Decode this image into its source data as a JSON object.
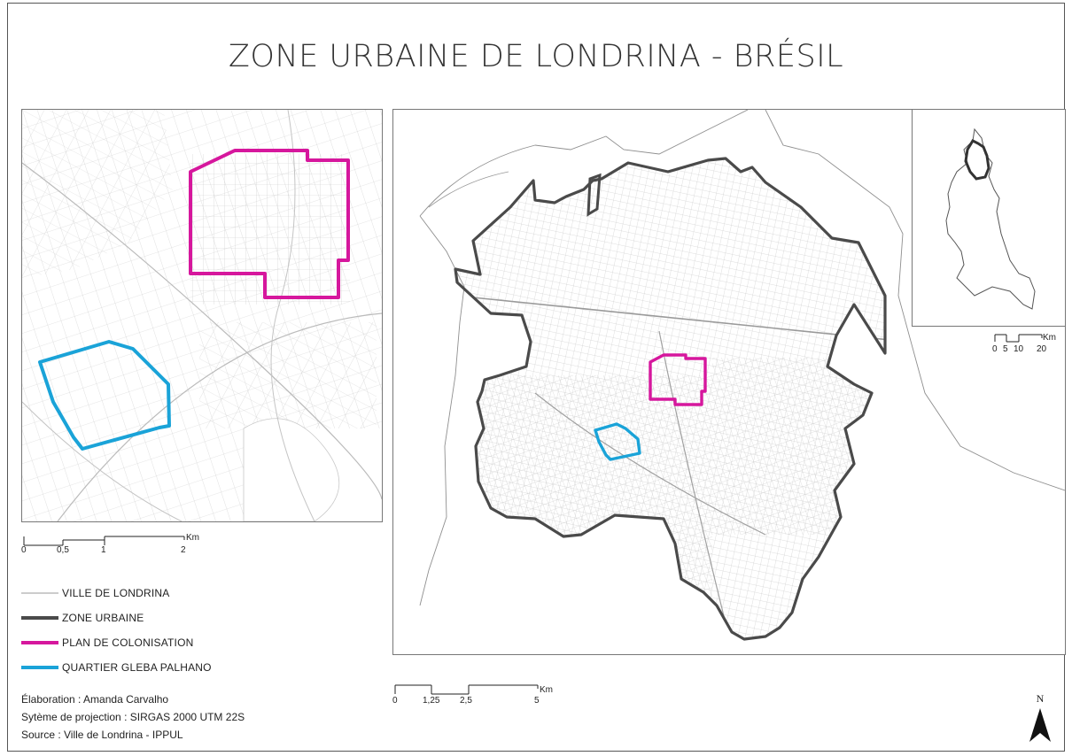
{
  "title": "ZONE URBAINE DE LONDRINA - BRÉSIL",
  "colors": {
    "streets": "#bdbdbd",
    "urban_zone": "#4a4a4a",
    "colonisation_plan": "#d6179d",
    "gleba_palhano": "#1aa3d8",
    "frame": "#555555"
  },
  "scalebars": {
    "detail": {
      "unit": "Km",
      "ticks": [
        "0",
        "0,5",
        "1",
        "2"
      ]
    },
    "main": {
      "unit": "Km",
      "ticks": [
        "0",
        "1,25",
        "2,5",
        "5"
      ]
    },
    "inset": {
      "unit": "Km",
      "ticks": [
        "0",
        "5",
        "10",
        "20"
      ]
    }
  },
  "legend": [
    {
      "label": "VILLE DE LONDRINA",
      "symbol": "thin-gray-line"
    },
    {
      "label": "ZONE URBAINE",
      "symbol": "thick-dark-line"
    },
    {
      "label": "PLAN DE COLONISATION",
      "symbol": "magenta-line"
    },
    {
      "label": "QUARTIER GLEBA PALHANO",
      "symbol": "cyan-line"
    }
  ],
  "credits": {
    "author": "Élaboration : Amanda Carvalho",
    "projection": "Sytème de projection : SIRGAS 2000 UTM 22S",
    "source": "Source : Ville de Londrina - IPPUL"
  },
  "north_arrow": {
    "label": "N",
    "icon": "north-arrow-icon"
  }
}
